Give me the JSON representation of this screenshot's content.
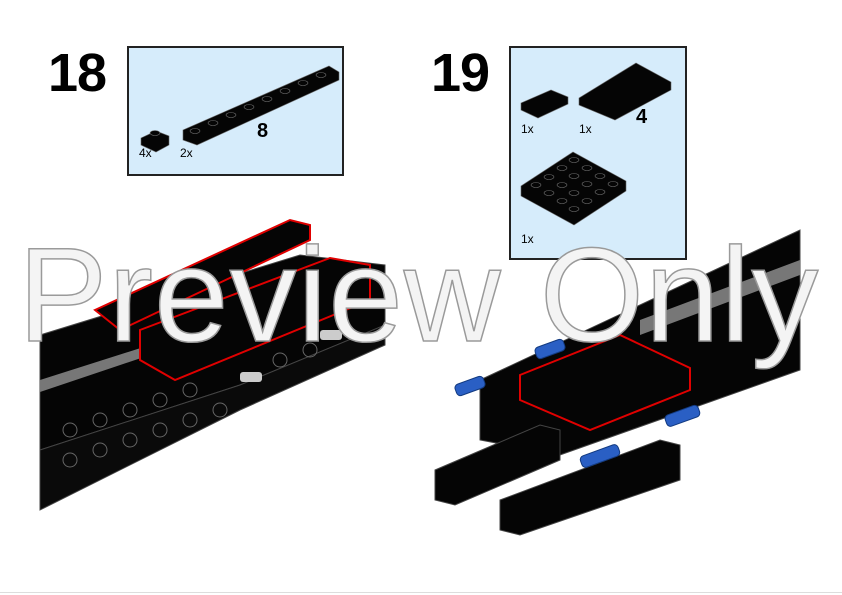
{
  "steps": [
    {
      "number": "18",
      "parts": [
        {
          "qty": "4x"
        },
        {
          "qty": "2x",
          "length": "8"
        }
      ]
    },
    {
      "number": "19",
      "parts": [
        {
          "qty": "1x"
        },
        {
          "qty": "1x",
          "length": "4"
        },
        {
          "qty": "1x"
        }
      ]
    }
  ],
  "watermark": "Preview Only",
  "colors": {
    "callout_bg": "#d6ecfb",
    "highlight": "#e00000",
    "brick": "#050505",
    "pin": "#2a5fc4"
  }
}
